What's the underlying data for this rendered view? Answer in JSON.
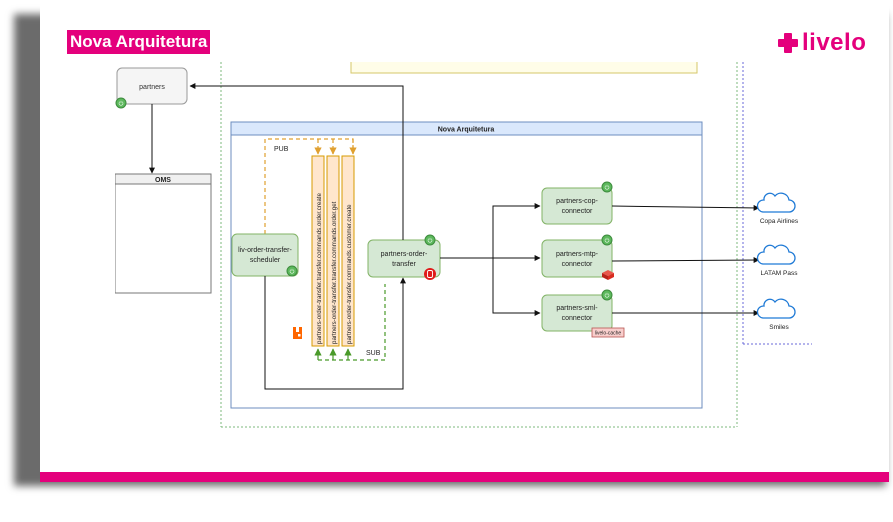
{
  "slide": {
    "title": "Nova Arquitetura",
    "brand": "livelo"
  },
  "colors": {
    "brand_pink": "#e4007c",
    "node_green_fill": "#d5e8d4",
    "node_green_stroke": "#82b366",
    "node_gray_fill": "#f5f5f5",
    "group_blue_fill": "#dae8fc",
    "group_blue_stroke": "#6c8ebf",
    "queue_fill": "#ffe6cc",
    "queue_stroke": "#d79b00",
    "pub_arrow": "#e0a030",
    "sub_arrow": "#4a9a2a",
    "cloud_stroke": "#1f7ad6",
    "cache_fill": "#f8cecc",
    "cache_stroke": "#b85450",
    "redis_red": "#d82c20",
    "db_red": "#e01b1b",
    "rabbitmq_orange": "#ff6600"
  },
  "diagram": {
    "partners": "partners",
    "oms": "OMS",
    "group_title": "Nova Arquitetura",
    "scheduler_line1": "liv-order-transfer-",
    "scheduler_line2": "scheduler",
    "transfer_line1": "partners-order-",
    "transfer_line2": "transfer",
    "cop_line1": "partners-cop-",
    "cop_line2": "connector",
    "mtp_line1": "partners-mtp-",
    "mtp_line2": "connector",
    "sml_line1": "partners-sml-",
    "sml_line2": "connector",
    "cache_label": "livelo-cache",
    "pub_label": "PUB",
    "sub_label": "SUB",
    "queues": [
      "partners-order-transfer.transfer.commands.order.create",
      "partners-order-transfer.transfer.commands.order.get",
      "partners-order-transfer.commands.customer.create"
    ],
    "cloud_copa": "Copa Airlines",
    "cloud_latam": "LATAM Pass",
    "cloud_smiles": "Smiles"
  },
  "icons": {
    "health": "power-status-icon",
    "database": "database-icon",
    "redis": "redis-icon",
    "rabbitmq": "rabbitmq-icon",
    "cloud": "cloud-icon"
  }
}
